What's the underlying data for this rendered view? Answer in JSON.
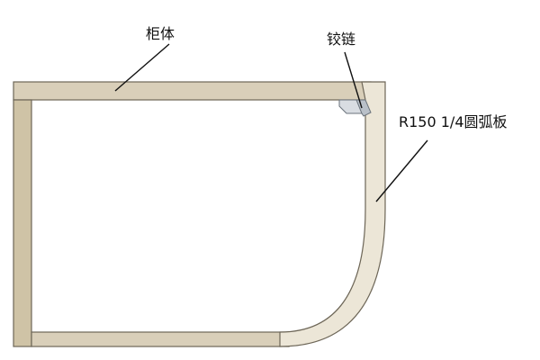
{
  "labels": {
    "cabinet": "柜体",
    "hinge": "铰链",
    "arc_board": "R150 1/4圆弧板"
  },
  "colors": {
    "wood_top": "#d9cfb9",
    "wood_side": "#cfc3a6",
    "arc_board": "#ece6d7",
    "outline": "#6d6657",
    "hinge": "#d9dde2",
    "text": "#111111"
  }
}
